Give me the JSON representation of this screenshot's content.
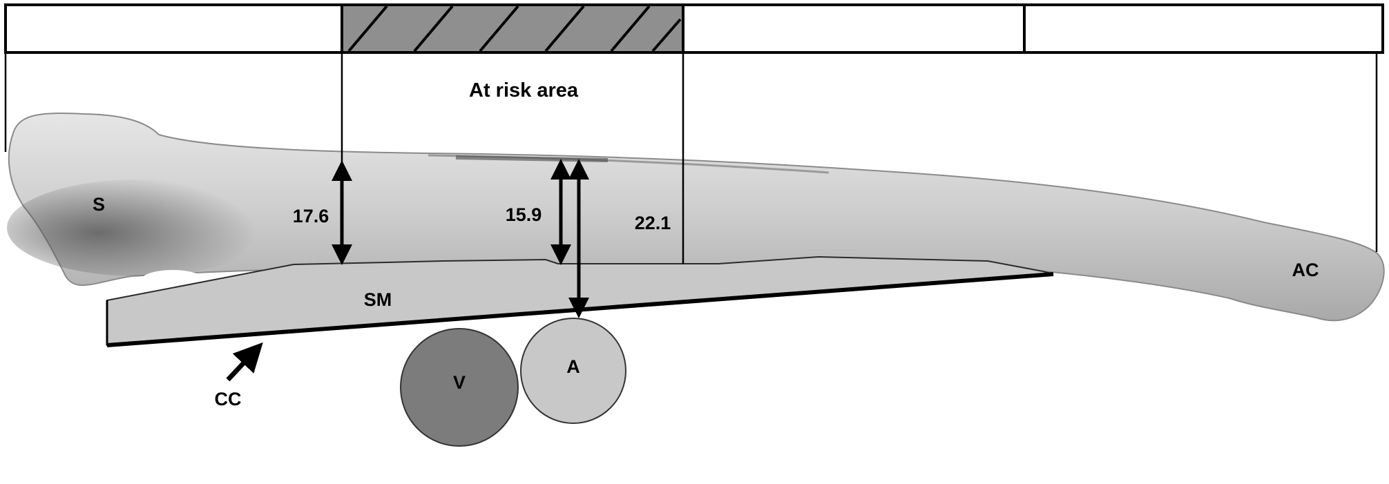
{
  "labels": {
    "at_risk_area": "At risk area",
    "sternal_end": "S",
    "acromial_end": "AC",
    "subclavius_muscle": "SM",
    "coracoclavicular": "CC",
    "subclavian_vein": "V",
    "subclavian_artery": "A"
  },
  "measurements": {
    "m1": "17.6",
    "m2": "15.9",
    "m3": "22.1"
  },
  "colors": {
    "bone": "#c9c9c9",
    "bone_shadow": "#6e6e6e",
    "muscle": "#c8c8c8",
    "vein": "#7c7c7c",
    "artery": "#c8c8c8",
    "hatch_fill": "#8f8f8f",
    "line": "#000000"
  }
}
